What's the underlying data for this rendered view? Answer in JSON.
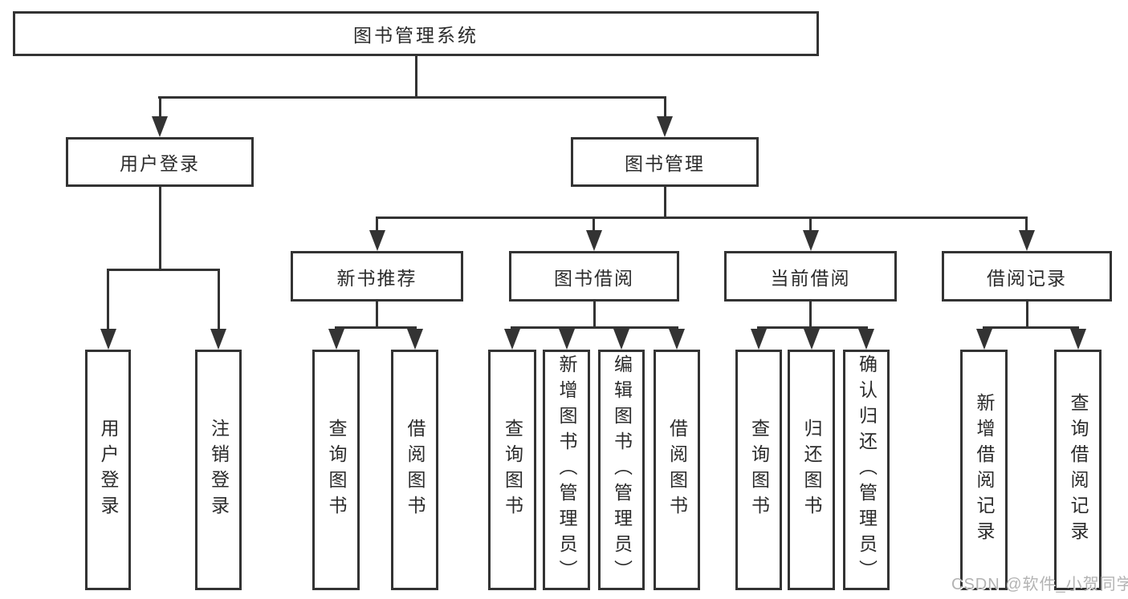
{
  "diagram": {
    "type": "tree",
    "title": "图书管理系统",
    "tree": {
      "label": "图书管理系统",
      "children": [
        {
          "label": "用户登录",
          "children": [
            {
              "label": "用户登录"
            },
            {
              "label": "注销登录"
            }
          ]
        },
        {
          "label": "图书管理",
          "children": [
            {
              "label": "新书推荐",
              "children": [
                {
                  "label": "查询图书"
                },
                {
                  "label": "借阅图书"
                }
              ]
            },
            {
              "label": "图书借阅",
              "children": [
                {
                  "label": "查询图书"
                },
                {
                  "label": "新增图书（管理员）"
                },
                {
                  "label": "编辑图书（管理员）"
                },
                {
                  "label": "借阅图书"
                }
              ]
            },
            {
              "label": "当前借阅",
              "children": [
                {
                  "label": "查询图书"
                },
                {
                  "label": "归还图书"
                },
                {
                  "label": "确认归还（管理员）"
                }
              ]
            },
            {
              "label": "借阅记录",
              "children": [
                {
                  "label": "新增借阅记录"
                },
                {
                  "label": "查询借阅记录"
                }
              ]
            }
          ]
        }
      ]
    }
  },
  "nodes": {
    "root": {
      "label": "图书管理系统"
    },
    "user_login": {
      "label": "用户登录"
    },
    "book_mgmt": {
      "label": "图书管理"
    },
    "new_book_rec": {
      "label": "新书推荐"
    },
    "book_borrow": {
      "label": "图书借阅"
    },
    "current_borrow": {
      "label": "当前借阅"
    },
    "borrow_record": {
      "label": "借阅记录"
    },
    "leaf_user_login": {
      "label": "用户登录"
    },
    "leaf_logout": {
      "label": "注销登录"
    },
    "nb_query_books": {
      "label": "查询图书"
    },
    "nb_borrow_books": {
      "label": "借阅图书"
    },
    "bb_query_books": {
      "label": "查询图书"
    },
    "bb_add_books": {
      "label": "新增图书（管理员）"
    },
    "bb_edit_books": {
      "label": "编辑图书（管理员）"
    },
    "bb_borrow_books": {
      "label": "借阅图书"
    },
    "cb_query_books": {
      "label": "查询图书"
    },
    "cb_return_books": {
      "label": "归还图书"
    },
    "cb_confirm_return": {
      "label": "确认归还（管理员）"
    },
    "br_add_record": {
      "label": "新增借阅记录"
    },
    "br_query_record": {
      "label": "查询借阅记录"
    }
  },
  "watermark": {
    "text": "CSDN @软件_小贺同学"
  },
  "colors": {
    "line": "#333333",
    "text": "#2b2b2b",
    "background": "#ffffff",
    "watermark": "#b3b3b3"
  }
}
